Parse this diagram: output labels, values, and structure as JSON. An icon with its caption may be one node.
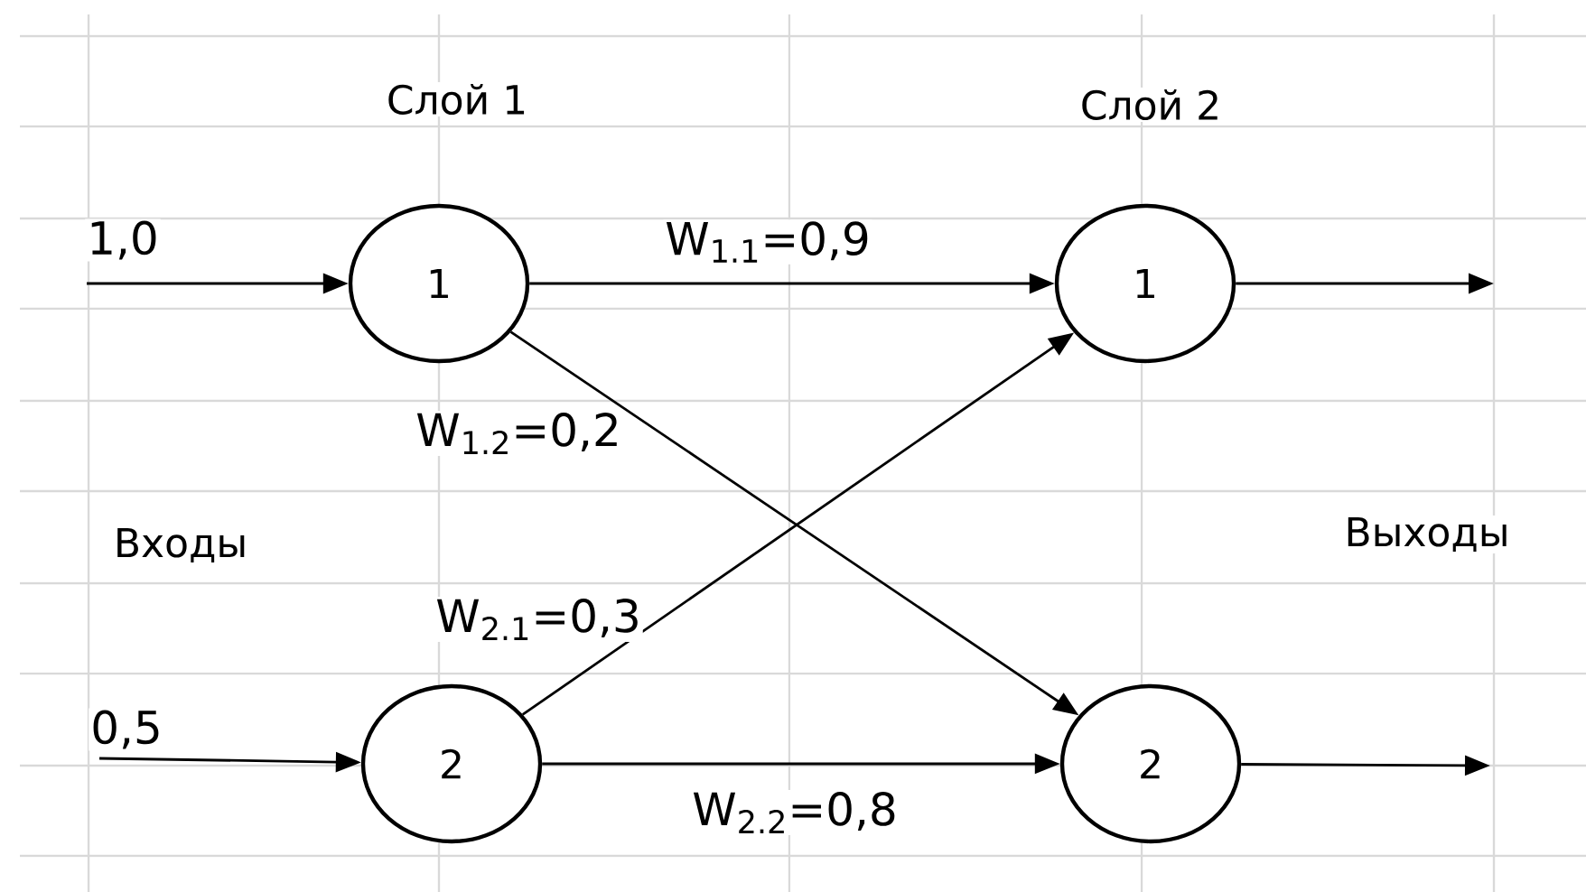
{
  "diagram": {
    "nodes": [
      {
        "text": [
          "1"
        ]
      },
      {
        "text": [
          "1"
        ]
      },
      {
        "text": [
          "2"
        ]
      },
      {
        "text": [
          "2"
        ]
      }
    ],
    "edges": [
      {
        "from": null,
        "to": 0,
        "arrow": "to",
        "label": "1,0"
      },
      {
        "from": null,
        "to": 2,
        "arrow": "to",
        "label": "0,5"
      },
      {
        "from": 0,
        "to": 1,
        "arrow": "to",
        "label": "W$_{1.1}$=0,9"
      },
      {
        "from": 0,
        "to": 3,
        "arrow": "to",
        "label": "W$_{1.2}$=0,2"
      },
      {
        "from": 2,
        "to": 1,
        "arrow": "to",
        "label": "W$_{2.1}$=0,3"
      },
      {
        "from": 2,
        "to": 3,
        "arrow": "to",
        "label": "W$_{2.2}$=0,8"
      },
      {
        "from": 1,
        "to": null,
        "arrow": "to"
      },
      {
        "from": 3,
        "to": null,
        "arrow": "to"
      }
    ],
    "labels": [
      "Слой 1",
      "Слой 2",
      "Входы",
      "Выходы"
    ]
  }
}
